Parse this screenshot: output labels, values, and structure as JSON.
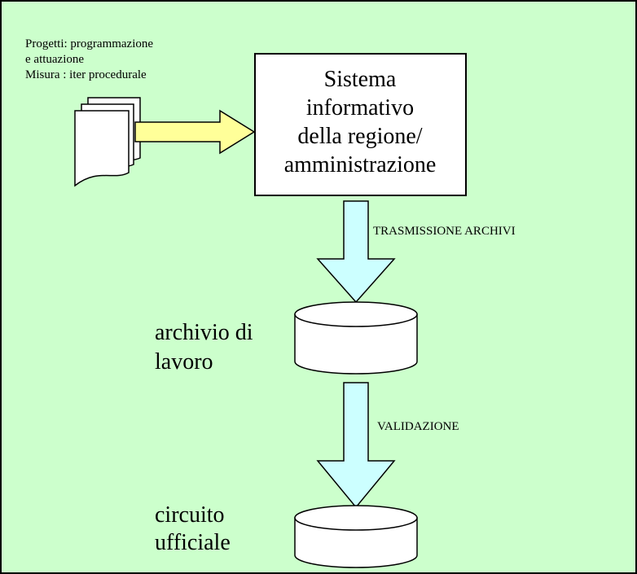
{
  "documents": {
    "line1": "Progetti: programmazione",
    "line2": "e attuazione",
    "line3": "Misura : iter procedurale"
  },
  "system_box": {
    "line1": "Sistema",
    "line2": "informativo",
    "line3": "della regione/",
    "line4": "amministrazione"
  },
  "arrow1_label": "TRASMISSIONE ARCHIVI",
  "archive": {
    "line1": "archivio di",
    "line2": "lavoro"
  },
  "arrow2_label": "VALIDAZIONE",
  "official": {
    "line1": "circuito",
    "line2": "ufficiale"
  },
  "colors": {
    "background": "#ccffcc",
    "yellow_arrow": "#ffff99",
    "blue_arrow": "#ccffff"
  }
}
